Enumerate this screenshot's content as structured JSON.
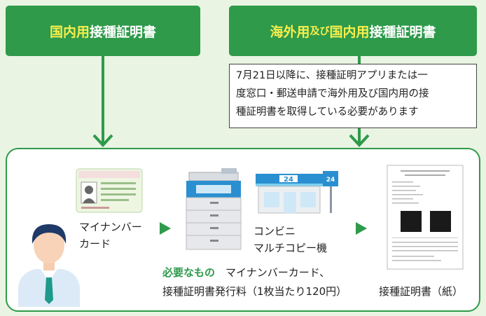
{
  "left_box": {
    "highlight": "国内用",
    "rest": "接種証明書"
  },
  "right_box": {
    "part1": "海外用",
    "part2": "及び",
    "part3": "国内用",
    "part4": "接種証明書"
  },
  "note": {
    "line1": "7月21日以降に、接種証明アプリまたは一",
    "line2": "度窓口・郵送申請で海外用及び国内用の接",
    "line3": "種証明書を取得している必要があります"
  },
  "steps": {
    "mynumber_line1": "マイナンバー",
    "mynumber_line2": "カード",
    "store_line1": "コンビニ",
    "store_line2": "マルチコピー機",
    "store_sign": "24",
    "certificate_label": "接種証明書（紙）"
  },
  "requirements": {
    "heading": "必要なもの",
    "line1_rest": "マイナンバーカード、",
    "line2": "接種証明書発行料（1枚当たり120円）"
  },
  "colors": {
    "green": "#2e9a4a",
    "highlight": "#f6ee4e",
    "background": "#e9f4e3",
    "kiosk_blue": "#2a8fd0"
  }
}
